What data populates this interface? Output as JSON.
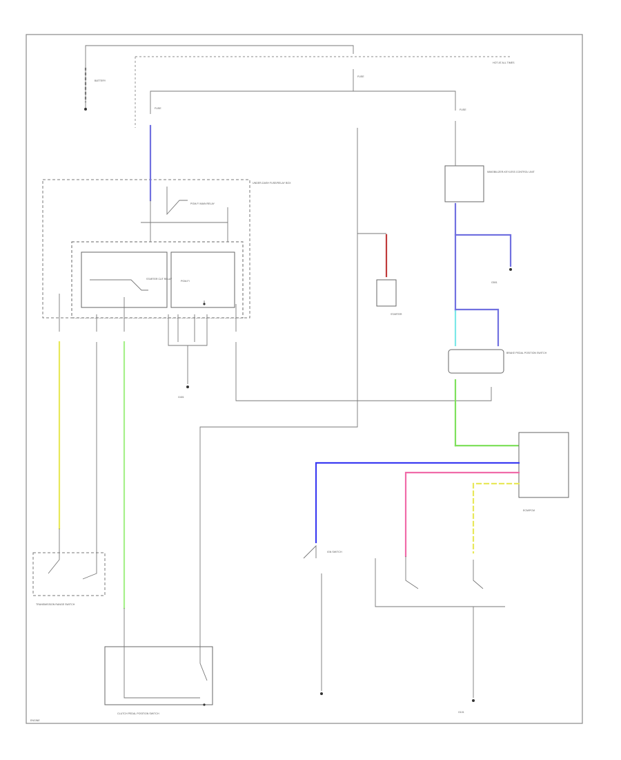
{
  "diagram": {
    "colors": {
      "purple": "#7070e0",
      "blue": "#3b3bf2",
      "yellow": "#e8e85a",
      "light_green": "#a6f08a",
      "green": "#7ee05c",
      "cyan": "#7be8e8",
      "pink": "#f06aa8",
      "red_brown": "#c03a3a",
      "gray": "#888888",
      "black": "#222222"
    },
    "components": {
      "battery": "BATTERY",
      "hot_at_all_times": "HOT AT ALL TIMES",
      "fuse_relay_box": "UNDER-DASH FUSE/RELAY BOX",
      "starter_cut_relay": "STARTER CUT RELAY",
      "pgm_fi_main_relay": "PGM-FI MAIN RELAY",
      "starter": "STARTER",
      "ign_switch": "IGN SWITCH",
      "brake_pedal_switch": "BRAKE PEDAL POSITION SWITCH",
      "clutch_pedal_switch": "CLUTCH PEDAL POSITION SWITCH",
      "transmission_range_switch": "TRANSMISSION RANGE SWITCH",
      "ecm_pcm": "ECM/PCM",
      "immobilizer": "IMMOBILIZER-KEYLESS CONTROL UNIT",
      "ground_g401": "G401",
      "ground_g501": "G501",
      "ground_g101": "G101"
    },
    "footer": "ENGINE"
  }
}
